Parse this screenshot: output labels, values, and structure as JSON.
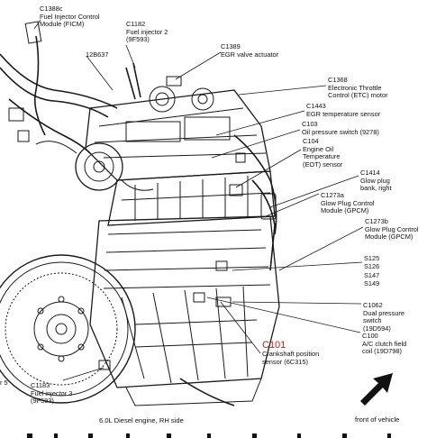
{
  "callouts": {
    "c1388c": {
      "code": "C1388c",
      "line1": "Fuel Injector Control",
      "line2": "Module (FICM)"
    },
    "c1182": {
      "code": "C1182",
      "line1": "Fuel injector 2",
      "line2": "(9F593)"
    },
    "p12b637": {
      "code": "12B637"
    },
    "c1389": {
      "code": "C1389",
      "line1": "EGR valve actuator"
    },
    "c1368": {
      "code": "C1368",
      "line1": "Electronic Throttle",
      "line2": "Control (ETC) motor"
    },
    "c1443": {
      "code": "C1443",
      "line1": "EGR temperature sensor"
    },
    "c103": {
      "code": "C103",
      "line1": "Oil pressure switch (9278)"
    },
    "c104": {
      "code": "C104",
      "line1": "Engine Oil",
      "line2": "Temperature",
      "line3": "(EOT) sensor"
    },
    "c1414": {
      "code": "C1414",
      "line1": "Glow plug",
      "line2": "bank, right"
    },
    "c1273a": {
      "code": "C1273a",
      "line1": "Glow Plug Control",
      "line2": "Module (GPCM)"
    },
    "c1273b": {
      "code": "C1273b",
      "line1": "Glow Plug Control",
      "line2": "Module (GPCM)"
    },
    "s_group": {
      "s1": "S125",
      "s2": "S126",
      "s3": "S147",
      "s4": "S149"
    },
    "c1062": {
      "code": "C1062",
      "line1": "Dual pressure",
      "line2": "switch",
      "line3": "(19D594)"
    },
    "c100": {
      "code": "C100",
      "line1": "A/C clutch field",
      "line2": "coil (19D798)"
    },
    "c101": {
      "code": "C101",
      "line1": "Crankshaft position",
      "line2": "sensor (6C315)"
    },
    "c1183": {
      "code": "C1183",
      "line1": "Fuel injector 3",
      "line2": "(9F593)"
    },
    "edge_left": {
      "text": "r 5"
    }
  },
  "caption": "6.0L Diesel engine, RH side",
  "orientation": "front of vehicle"
}
